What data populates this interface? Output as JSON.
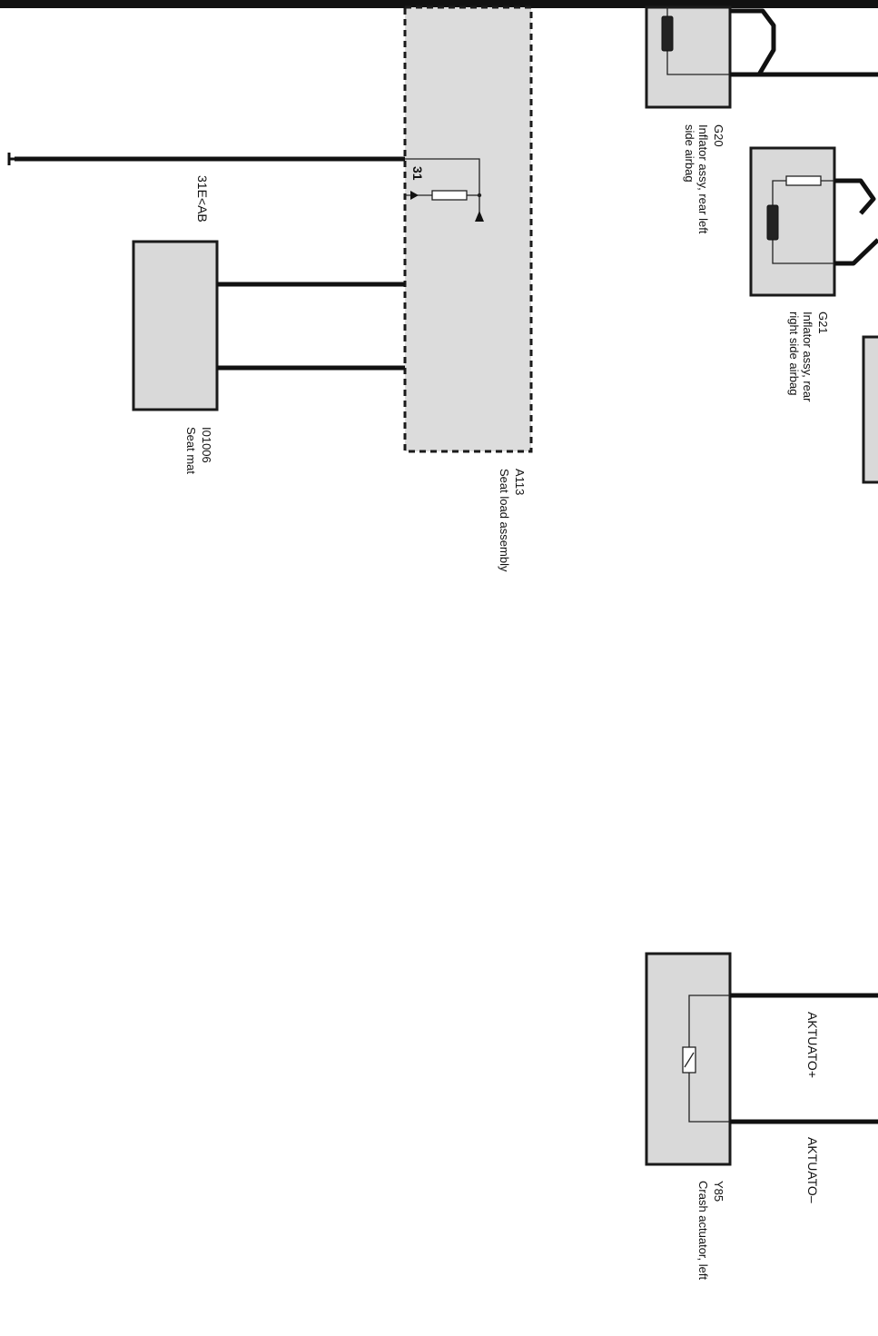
{
  "components": {
    "seat_mat": {
      "code": "I01006",
      "description": "Seat mat"
    },
    "seat_load": {
      "code": "A113",
      "description": "Seat load assembly"
    },
    "inflator_left": {
      "code": "G20",
      "description_line1": "Inflator assy, rear left",
      "description_line2": "side airbag"
    },
    "inflator_right": {
      "code": "G21",
      "description_line1": "Inflator assy, rear",
      "description_line2": "right side airbag"
    },
    "crash_actuator": {
      "code": "Y85",
      "description": "Crash actuator, left"
    }
  },
  "wires": {
    "ground_wire_label": "31E<AB",
    "pin_label": "31",
    "actuator_plus": "AKTUATO+",
    "actuator_minus": "AKTUATO–"
  },
  "colors": {
    "component_fill": "#d9d9d9",
    "wire": "#111111",
    "background": "#ffffff"
  }
}
